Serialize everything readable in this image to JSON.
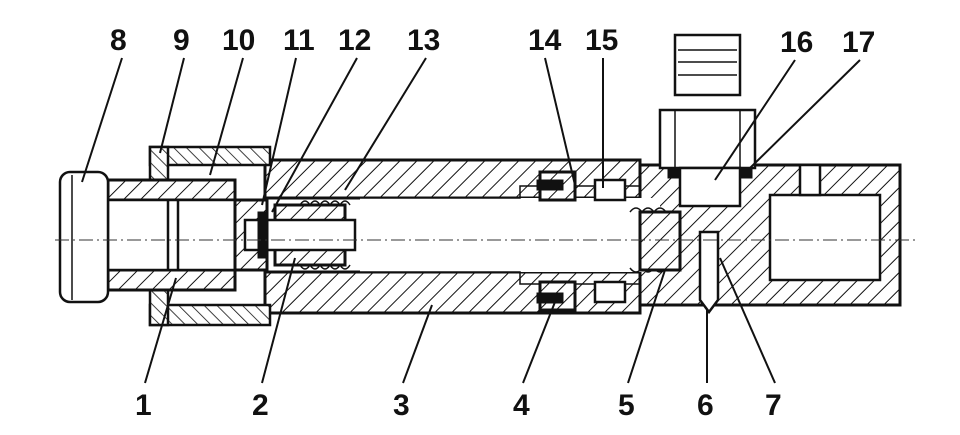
{
  "callouts_top": [
    {
      "id": "8",
      "label": "8"
    },
    {
      "id": "9",
      "label": "9"
    },
    {
      "id": "10",
      "label": "10"
    },
    {
      "id": "11",
      "label": "11"
    },
    {
      "id": "12",
      "label": "12"
    },
    {
      "id": "13",
      "label": "13"
    },
    {
      "id": "14",
      "label": "14"
    },
    {
      "id": "15",
      "label": "15"
    },
    {
      "id": "16",
      "label": "16"
    },
    {
      "id": "17",
      "label": "17"
    }
  ],
  "callouts_bottom": [
    {
      "id": "1",
      "label": "1"
    },
    {
      "id": "2",
      "label": "2"
    },
    {
      "id": "3",
      "label": "3"
    },
    {
      "id": "4",
      "label": "4"
    },
    {
      "id": "5",
      "label": "5"
    },
    {
      "id": "6",
      "label": "6"
    },
    {
      "id": "7",
      "label": "7"
    }
  ]
}
